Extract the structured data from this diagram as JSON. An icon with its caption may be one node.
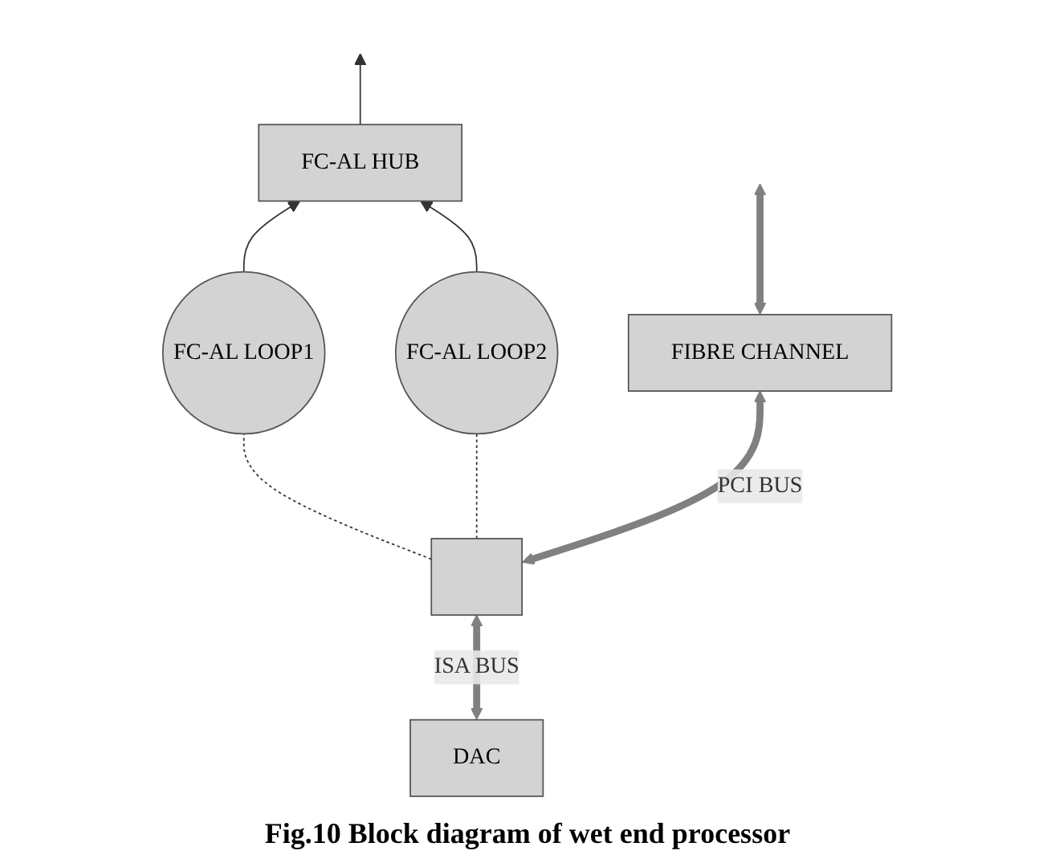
{
  "diagram": {
    "caption": "Fig.10 Block diagram of wet end processor",
    "nodes": [
      {
        "text": [
          "FC-AL HUB"
        ]
      },
      {
        "text": [
          "FC-AL LOOP1"
        ]
      },
      {
        "text": [
          "FC-AL LOOP2"
        ]
      },
      {
        "text": [
          "DAC"
        ]
      },
      {
        "text": [],
        "shape": "box"
      },
      {
        "text": [
          "FIBRE CHANNEL"
        ]
      }
    ],
    "edges": [
      {
        "from": 0,
        "to": null,
        "arrow": "to"
      },
      {
        "from": 1,
        "to": 0,
        "arrow": "to"
      },
      {
        "from": 2,
        "to": 0,
        "arrow": "to"
      },
      {
        "from": 4,
        "to": 1,
        "arrow": "none",
        "style": "dashed"
      },
      {
        "from": 4,
        "to": 2,
        "arrow": "none",
        "style": "dashed"
      },
      {
        "from": 3,
        "to": 4,
        "arrow": "both",
        "label": "ISA BUS",
        "style": "thick",
        "color": "#808080"
      },
      {
        "from": 4,
        "to": 5,
        "arrow": "both",
        "label": "PCI BUS",
        "style": "thick",
        "color": "#808080"
      },
      {
        "from": 5,
        "to": null,
        "arrow": "both",
        "style": "thick",
        "color": "#808080"
      }
    ]
  }
}
